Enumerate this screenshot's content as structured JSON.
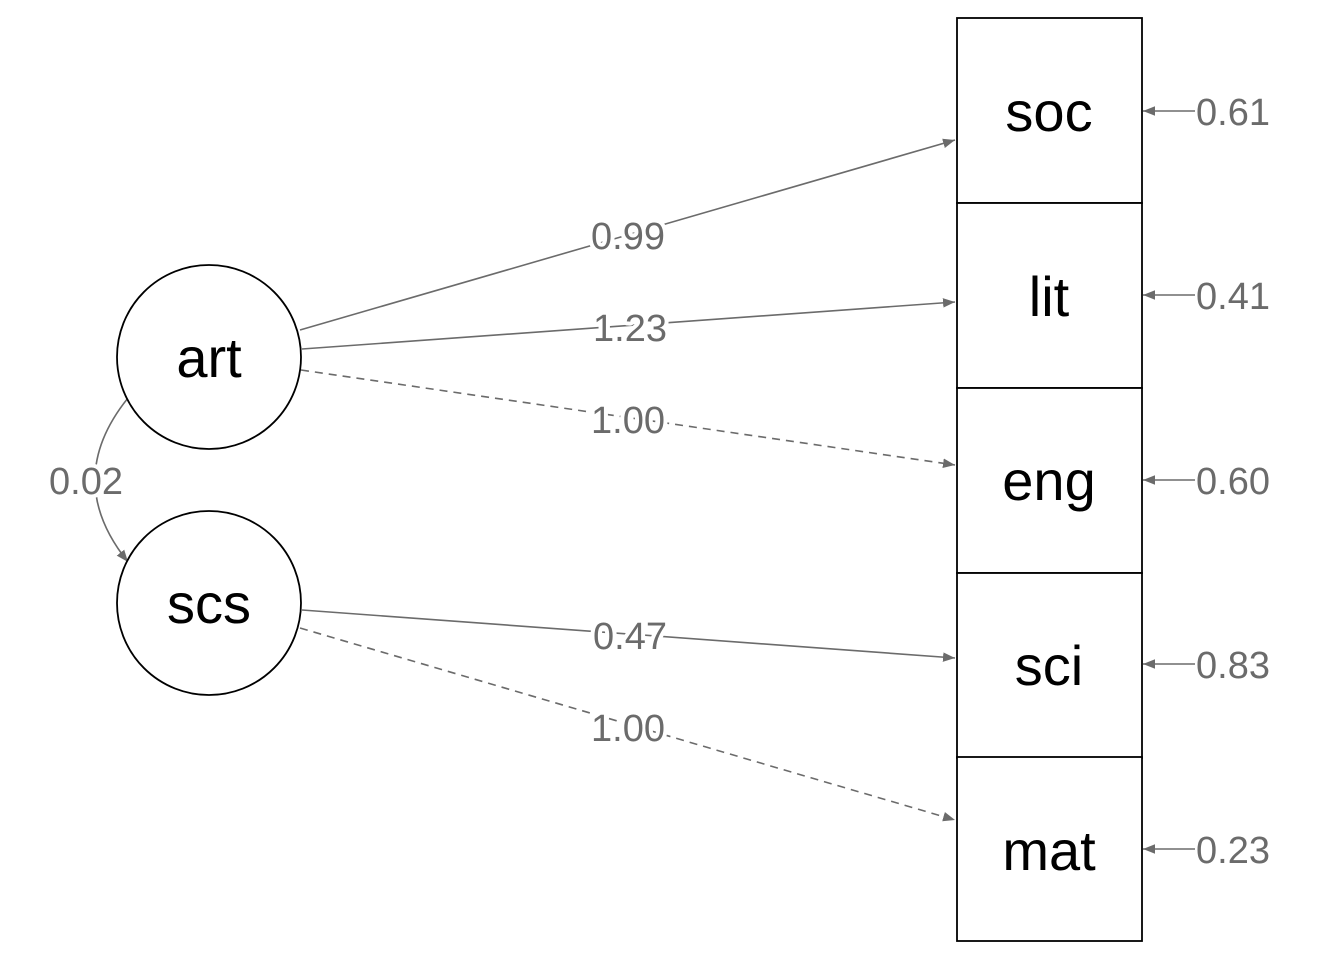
{
  "latent_variables": [
    {
      "id": "art",
      "label": "art"
    },
    {
      "id": "scs",
      "label": "scs"
    }
  ],
  "observed_variables": [
    {
      "id": "soc",
      "label": "soc",
      "residual": "0.61"
    },
    {
      "id": "lit",
      "label": "lit",
      "residual": "0.41"
    },
    {
      "id": "eng",
      "label": "eng",
      "residual": "0.60"
    },
    {
      "id": "sci",
      "label": "sci",
      "residual": "0.83"
    },
    {
      "id": "mat",
      "label": "mat",
      "residual": "0.23"
    }
  ],
  "loadings": [
    {
      "from": "art",
      "to": "soc",
      "value": "0.99",
      "fixed": false
    },
    {
      "from": "art",
      "to": "lit",
      "value": "1.23",
      "fixed": false
    },
    {
      "from": "art",
      "to": "eng",
      "value": "1.00",
      "fixed": true
    },
    {
      "from": "scs",
      "to": "sci",
      "value": "0.47",
      "fixed": false
    },
    {
      "from": "scs",
      "to": "mat",
      "value": "1.00",
      "fixed": true
    }
  ],
  "covariance": {
    "between": [
      "art",
      "scs"
    ],
    "value": "0.02"
  },
  "colors": {
    "edge": "#6b6b6b",
    "node_border": "#000000",
    "text": "#000000",
    "label": "#6b6b6b",
    "background": "#ffffff"
  }
}
